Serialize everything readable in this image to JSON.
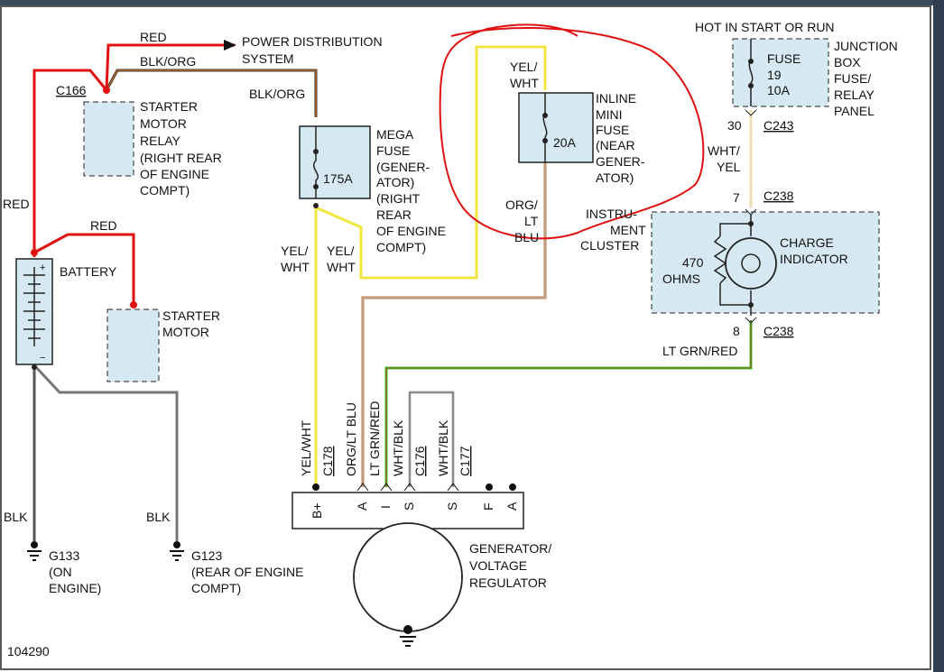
{
  "diagram_id": "104290",
  "wires": {
    "red_top": "RED",
    "blk_org_top": "BLK/ORG",
    "blk_org_mega": "BLK/ORG",
    "red_left": "RED",
    "red_starter": "RED",
    "blk_g133": "BLK",
    "blk_g123": "BLK",
    "yel_wht_left": [
      "YEL/",
      "WHT"
    ],
    "yel_wht_mid": [
      "YEL/",
      "WHT"
    ],
    "yel_wht_inline": [
      "YEL/",
      "WHT"
    ],
    "org_lt_blu": [
      "ORG/",
      "LT",
      "BLU"
    ],
    "wht_yel": [
      "WHT/",
      "YEL"
    ],
    "lt_grn_red": "LT GRN/RED"
  },
  "power_distribution": [
    "POWER DISTRIBUTION",
    "SYSTEM"
  ],
  "connectors": {
    "c166": "C166",
    "c243": "C243",
    "c243_pin": "30",
    "c238_top": "C238",
    "c238_top_pin": "7",
    "c238_bot": "C238",
    "c238_bot_pin": "8",
    "c178": "C178",
    "c176": "C176",
    "c177": "C177"
  },
  "starter_relay": [
    "STARTER",
    "MOTOR",
    "RELAY",
    "(RIGHT REAR",
    "OF ENGINE",
    "COMPT)"
  ],
  "mega_fuse": {
    "label": [
      "MEGA",
      "FUSE",
      "(GENER-",
      "ATOR)",
      "(RIGHT",
      "REAR",
      "OF ENGINE",
      "COMPT)"
    ],
    "rating": "175A"
  },
  "inline_fuse": {
    "label": [
      "INLINE",
      "MINI",
      "FUSE",
      "(NEAR",
      "GENER-",
      "ATOR)"
    ],
    "rating": "20A"
  },
  "junction_box": {
    "hot_label": "HOT IN START OR RUN",
    "fuse": [
      "FUSE",
      "19",
      "10A"
    ],
    "label": [
      "JUNCTION",
      "BOX",
      "FUSE/",
      "RELAY",
      "PANEL"
    ]
  },
  "instrument_cluster": {
    "label": [
      "INSTRU-",
      "MENT",
      "CLUSTER"
    ],
    "resistor": [
      "470",
      "OHMS"
    ],
    "indicator": [
      "CHARGE",
      "INDICATOR"
    ]
  },
  "battery": "BATTERY",
  "battery_plus": "+",
  "battery_minus": "−",
  "starter_motor": [
    "STARTER",
    "MOTOR"
  ],
  "grounds": {
    "g133": [
      "G133",
      "(ON",
      "ENGINE)"
    ],
    "g123": [
      "G123",
      "(REAR OF ENGINE",
      "COMPT)"
    ]
  },
  "generator": {
    "label": [
      "GENERATOR/",
      "VOLTAGE",
      "REGULATOR"
    ],
    "terminals": [
      "B+",
      "A",
      "I",
      "S",
      "S",
      "F",
      "A"
    ],
    "wire_labels": [
      "YEL/WHT",
      "ORG/LT BLU",
      "LT GRN/RED",
      "WHT/BLK",
      "WHT/BLK"
    ]
  },
  "colors": {
    "red_wire": "#e01010",
    "yellow_wire": "#f2e640",
    "green_wire": "#33cc33",
    "orange_wire": "#d07020",
    "gray_wire": "#707070",
    "component_fill": "#d6e8f2",
    "annotation_circle": "#e01010"
  }
}
